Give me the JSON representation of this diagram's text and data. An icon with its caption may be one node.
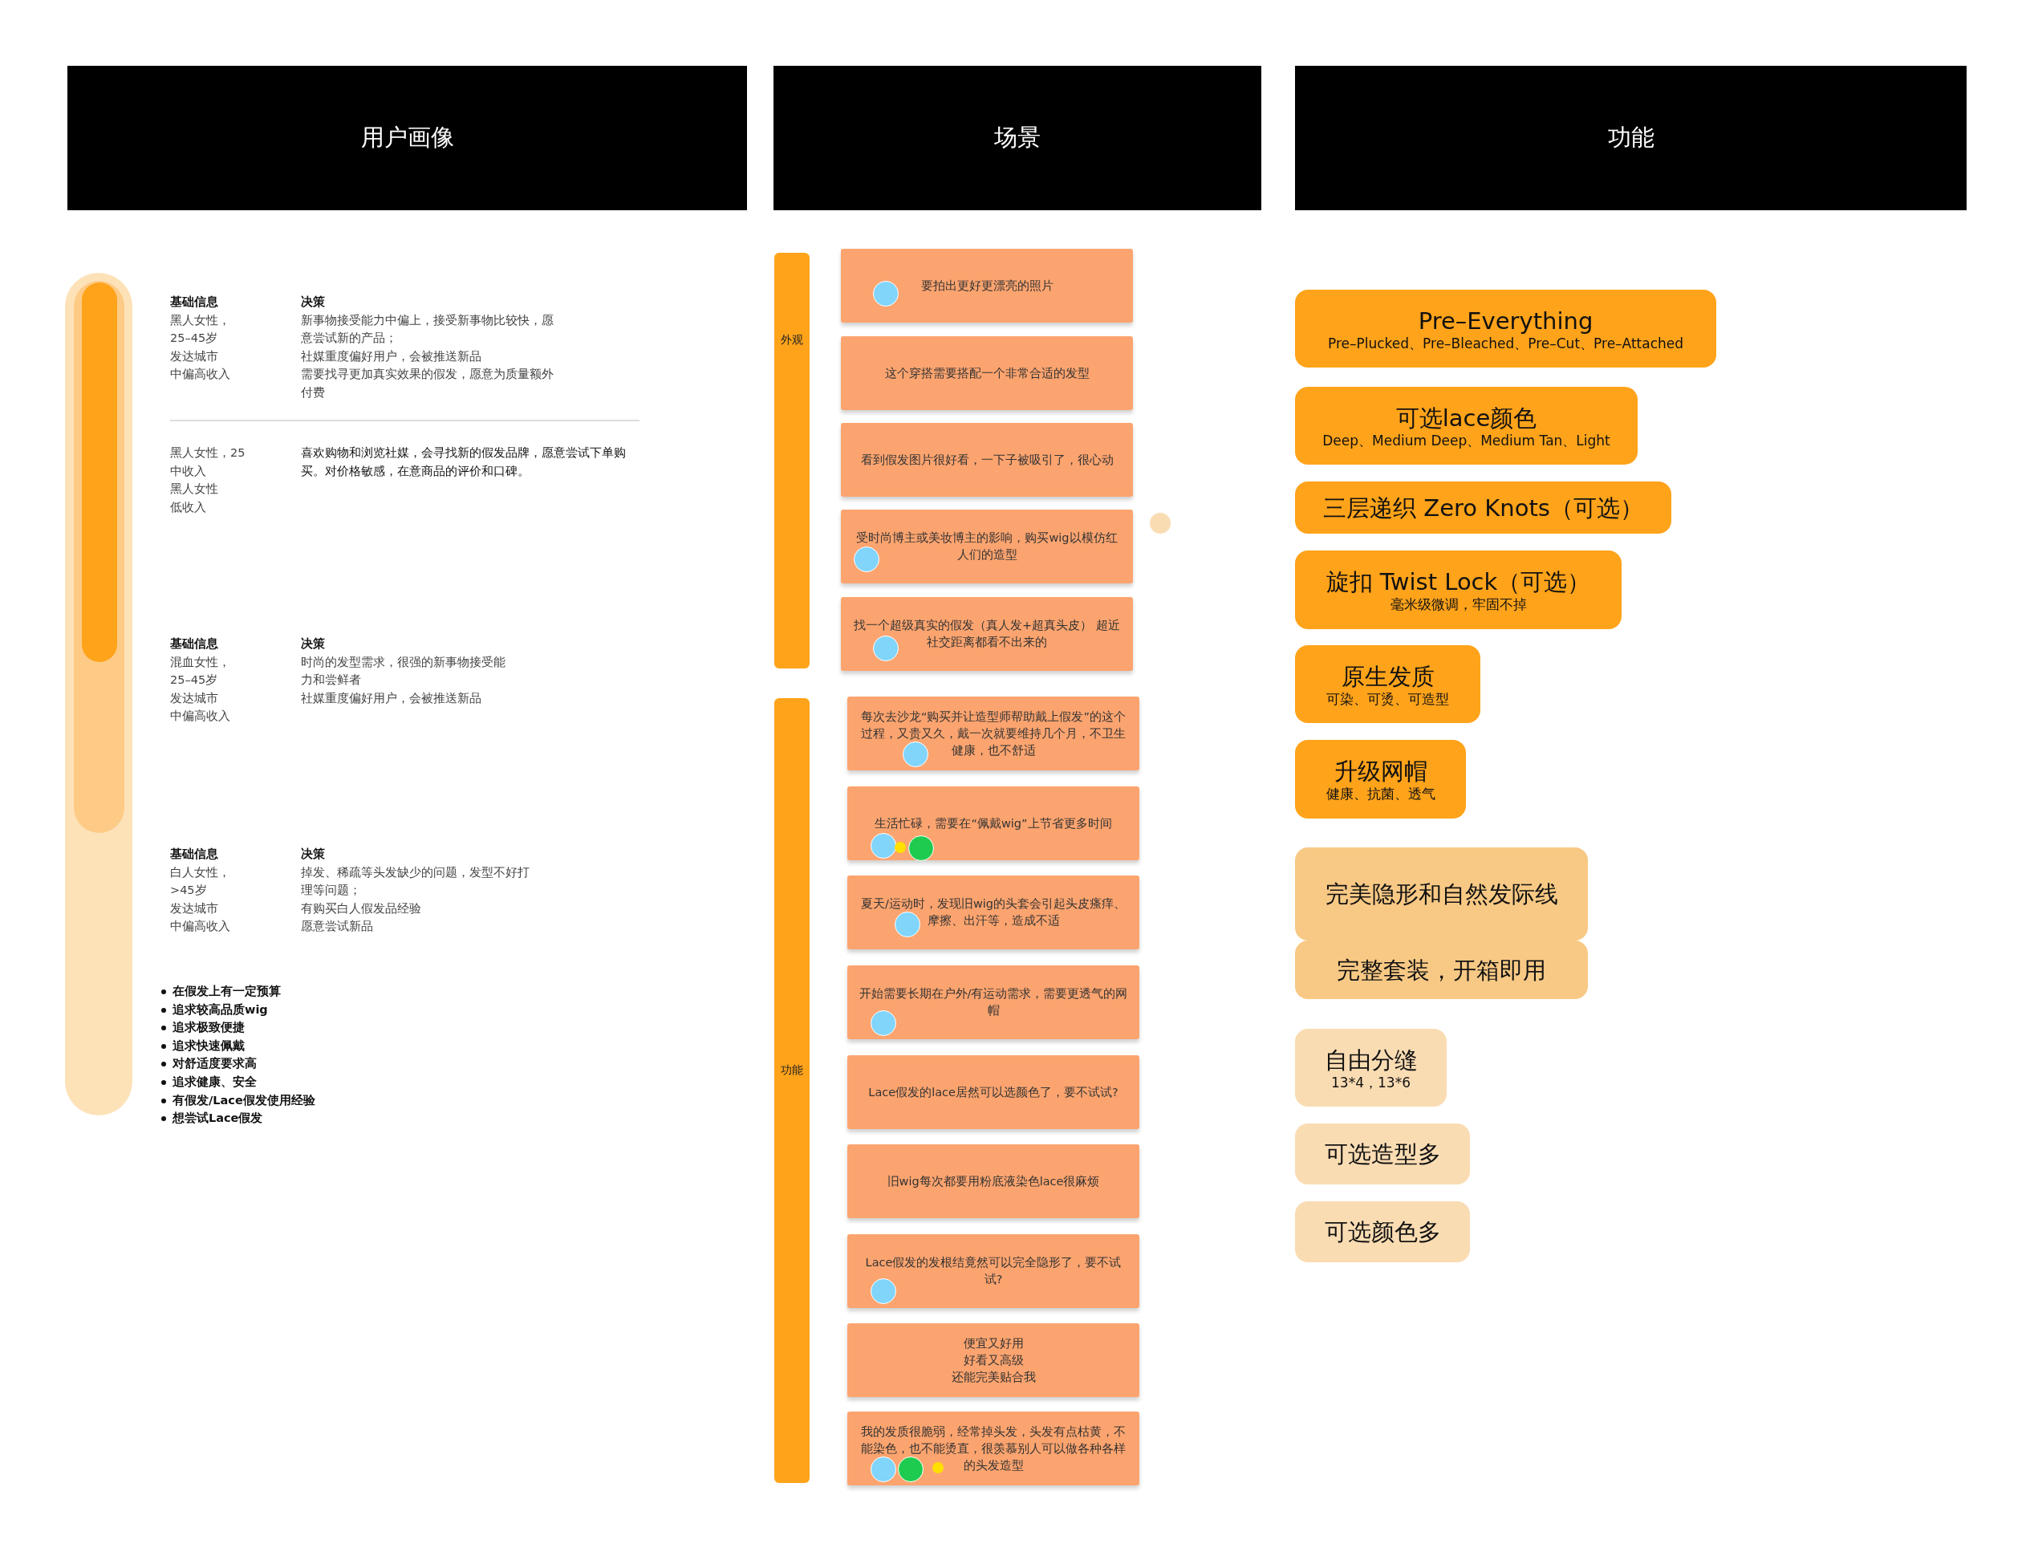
{
  "diagram": {
    "nodes": [
      {
        "text": [
          "用户画像"
        ]
      },
      {
        "text": [
          "场景"
        ]
      },
      {
        "text": [
          "功能"
        ]
      },
      {
        "text": [
          "外观"
        ]
      },
      {
        "text": [
          "要拍出更好更漂亮的照片"
        ]
      },
      {
        "text": [
          "这个穿搭需要搭配一个非常合适的发型"
        ]
      },
      {
        "text": [
          "看到假发图片很好看，一下子被吸引了，很心动"
        ]
      },
      {
        "text": [
          "受时尚博主或美妆博主的影响，购买wig以模仿红人们的造型"
        ]
      },
      {
        "text": [
          "找一个超级真实的假发（真人发+超真头皮） 超近社交距离都看不出来的"
        ]
      },
      {
        "text": [
          "功能"
        ]
      },
      {
        "text": [
          "每次去沙龙“购买并让造型师帮助戴上假发”的这个过程，又贵又久，戴一次就要维持几个月，不卫生健康，也不舒适"
        ]
      },
      {
        "text": [
          "生活忙碌，需要在“佩戴wig”上节省更多时间"
        ]
      },
      {
        "text": [
          "夏天/运动时，发现旧wig的头套会引起头皮瘙痒、摩擦、出汗等，造成不适"
        ]
      },
      {
        "text": [
          "开始需要长期在户外/有运动需求，需要更透气的网帽"
        ]
      },
      {
        "text": [
          "Lace假发的lace居然可以选颜色了，要不试试?"
        ]
      },
      {
        "text": [
          "旧wig每次都要用粉底液染色lace很麻烦"
        ]
      },
      {
        "text": [
          "Lace假发的发根结竟然可以完全隐形了，要不试试?"
        ]
      },
      {
        "text": [
          "便宜又好用",
          "好看又高级",
          "还能完美贴合我"
        ]
      },
      {
        "text": [
          "我的发质很脆弱，经常掉头发，头发有点枯黄，不能染色，也不能烫直，很羡慕别人可以做各种各样的头发造型"
        ]
      },
      {
        "text": [
          "Pre–Everything",
          "Pre–Plucked、Pre–Bleached、Pre–Cut、Pre–Attached"
        ]
      },
      {
        "text": [
          "可选lace颜色",
          "Deep、Medium Deep、Medium Tan、Light"
        ]
      },
      {
        "text": [
          "三层递织 Zero Knots（可选）"
        ]
      },
      {
        "text": [
          "旋扣 Twist Lock（可选）",
          "毫米级微调，牢固不掉"
        ]
      },
      {
        "text": [
          "原生发质",
          "可染、可烫、可造型"
        ]
      },
      {
        "text": [
          "升级网帽",
          "健康、抗菌、透气"
        ]
      },
      {
        "text": [
          "完美隐形和自然发际线"
        ]
      },
      {
        "text": [
          "完整套装，开箱即用"
        ]
      },
      {
        "text": [
          "自由分缝",
          "13*4，13*6"
        ]
      },
      {
        "text": [
          "可选造型多"
        ]
      },
      {
        "text": [
          "可选颜色多"
        ]
      }
    ],
    "labels": [
      "基础信息",
      "黑人女性，",
      "25–45岁",
      "发达城市",
      "中偏高收入",
      "决策",
      "新事物接受能力中偏上，接受新事物比较快，愿意尝试新的产品；",
      "社媒重度偏好用户，会被推送新品",
      "需要找寻更加真实效果的假发，愿意为质量额外付费",
      "黑人女性，25",
      "中收入",
      "黑人女性",
      "低收入",
      "喜欢购物和浏览社媒，会寻找新的假发品牌，愿意尝试下单购买。对价格敏感，在意商品的评价和口碑。",
      "基础信息",
      "混血女性，",
      "25–45岁",
      "发达城市",
      "中偏高收入",
      "决策",
      "时尚的发型需求，很强的新事物接受能力和尝鲜者",
      "社媒重度偏好用户，会被推送新品",
      "基础信息",
      "白人女性，",
      ">45岁",
      "发达城市",
      "中偏高收入",
      "决策",
      "掉发、稀疏等头发缺少的问题，发型不好打理等问题；",
      "有购买白人假发品经验",
      "愿意尝试新品",
      "在假发上有一定预算",
      "追求较高品质wig",
      "追求极致便捷",
      "追求快速佩戴",
      "对舒适度要求高",
      "追求健康、安全",
      "有假发/Lace假发使用经验",
      "想尝试Lace假发"
    ]
  }
}
